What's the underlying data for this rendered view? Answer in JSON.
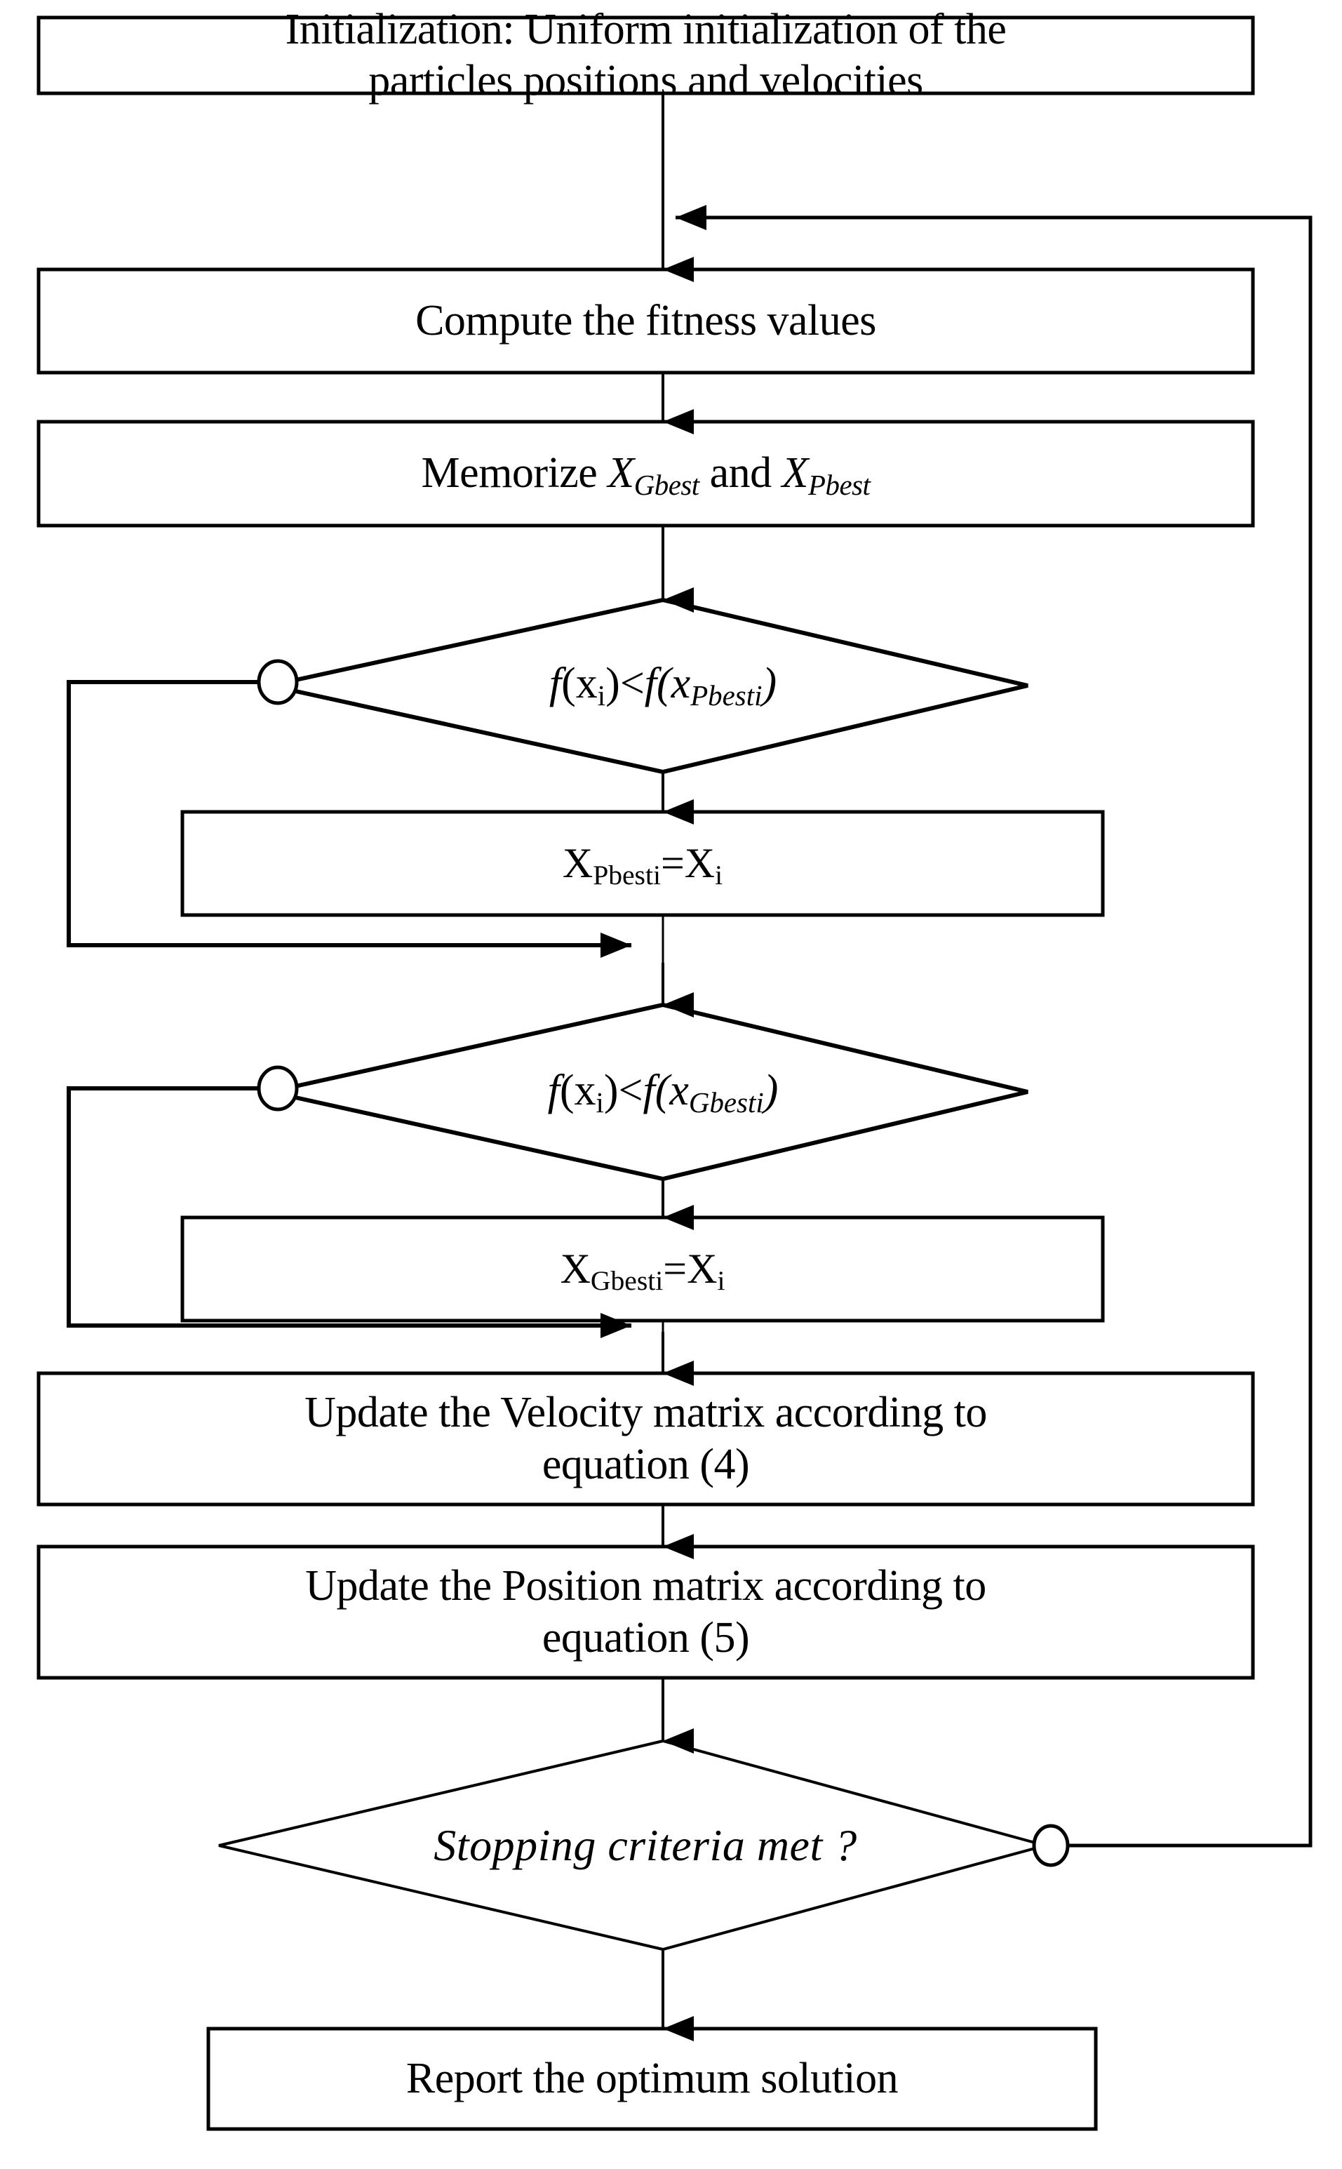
{
  "diagram": {
    "type": "flowchart",
    "title": "Particle Swarm Optimization (PSO) algorithm flowchart",
    "colors": {
      "background": "#ffffff",
      "stroke": "#000000",
      "text": "#000000",
      "fill": "#ffffff"
    }
  },
  "nodes": {
    "initialization": {
      "shape": "process",
      "line1": "Initialization: Uniform initialization of the",
      "line2": "particles positions and velocities"
    },
    "compute_fitness": {
      "shape": "process",
      "label": "Compute the fitness values"
    },
    "memorize": {
      "shape": "process",
      "prefix": "Memorize ",
      "var1_base": "X",
      "var1_sub": "Gbest",
      "conj": " and ",
      "var2_base": "X",
      "var2_sub": "Pbest",
      "plain": "Memorize X_Gbest and X_Pbest"
    },
    "decision_pbest": {
      "shape": "decision",
      "f1": "f",
      "open1": "(x",
      "sub1": "i",
      "close1": ")",
      "op": "<",
      "f2": "f",
      "open2": "(x",
      "sub2": "Pbesti",
      "close2": ")",
      "plain": "f(x_i)<f(x_Pbesti)"
    },
    "assign_pbest": {
      "shape": "process",
      "base1": "X",
      "sub1": "Pbesti",
      "eq": "=",
      "base2": "X",
      "sub2": "i",
      "plain": "X_Pbesti=X_i"
    },
    "decision_gbest": {
      "shape": "decision",
      "f1": "f",
      "open1": "(x",
      "sub1": "i",
      "close1": ")",
      "op": "<",
      "f2": "f",
      "open2": "(x",
      "sub2": "Gbesti",
      "close2": ")",
      "plain": "f(x_i)<f(x_Gbesti)"
    },
    "assign_gbest": {
      "shape": "process",
      "base1": "X",
      "sub1": "Gbesti",
      "eq": "=",
      "base2": "X",
      "sub2": "i",
      "plain": "X_Gbesti=X_i"
    },
    "update_velocity": {
      "shape": "process",
      "line1": "Update the Velocity matrix according to",
      "line2": "equation (4)"
    },
    "update_position": {
      "shape": "process",
      "line1": "Update the Position matrix according to",
      "line2": "equation (5)"
    },
    "stopping_criteria": {
      "shape": "decision",
      "label": "Stopping criteria met ?"
    },
    "report": {
      "shape": "process",
      "label": "Report the optimum solution"
    }
  },
  "connectors": {
    "init_to_compute": {
      "type": "arrow-down"
    },
    "compute_to_memorize": {
      "type": "arrow-down"
    },
    "memorize_to_decision_pbest": {
      "type": "arrow-down"
    },
    "decision_pbest_true_to_assign": {
      "type": "arrow-down"
    },
    "decision_pbest_false_bypass": {
      "type": "loop-left",
      "marker": "circle"
    },
    "merge_pbest": {
      "type": "arrow-right"
    },
    "to_decision_gbest": {
      "type": "arrow-down"
    },
    "decision_gbest_true_to_assign": {
      "type": "arrow-down"
    },
    "decision_gbest_false_bypass": {
      "type": "loop-left",
      "marker": "circle"
    },
    "merge_gbest": {
      "type": "arrow-right"
    },
    "to_update_velocity": {
      "type": "arrow-down"
    },
    "velocity_to_position": {
      "type": "arrow-down"
    },
    "position_to_stopping": {
      "type": "arrow-down"
    },
    "stopping_no_feedback": {
      "type": "loop-right",
      "marker": "circle"
    },
    "stopping_yes_to_report": {
      "type": "arrow-down"
    }
  }
}
